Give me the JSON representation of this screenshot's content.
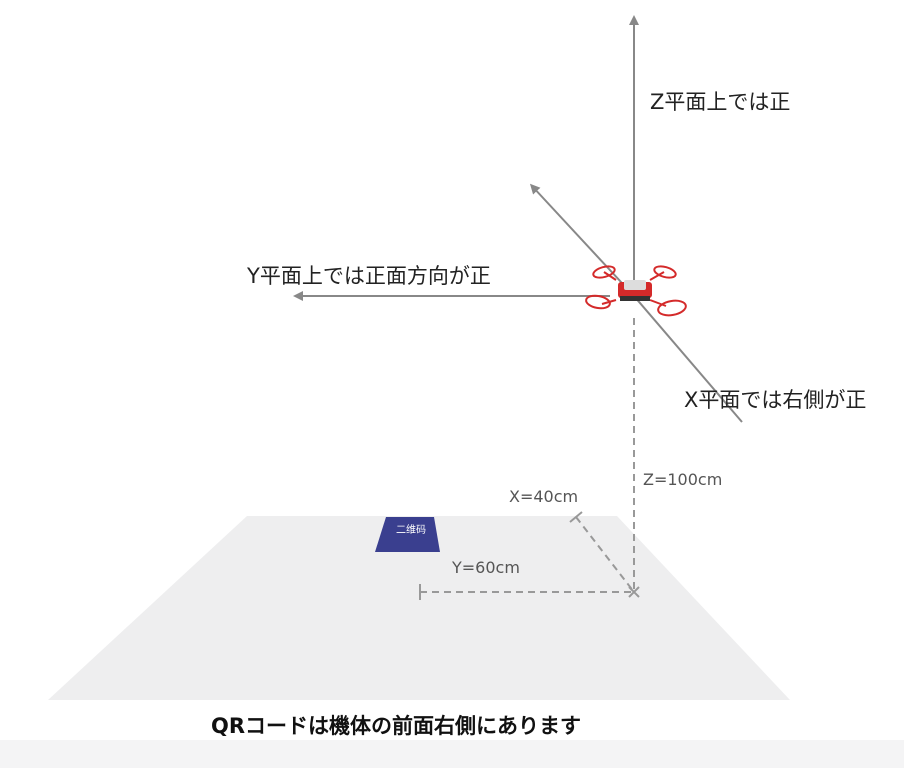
{
  "labels": {
    "z_axis": "Z平面上では正",
    "y_axis": "Y平面上では正面方向が正",
    "x_axis": "X平面では右側が正",
    "z_distance": "Z=100cm",
    "x_distance": "X=40cm",
    "y_distance": "Y=60cm",
    "qr_marker": "二维码"
  },
  "caption": "QRコードは機体の前面右側にあります",
  "colors": {
    "floor": "#eeeeef",
    "axis": "#888888",
    "dashed_line": "#999999",
    "qr_marker": "#3a3f8f",
    "drone": "#d42a2a"
  }
}
